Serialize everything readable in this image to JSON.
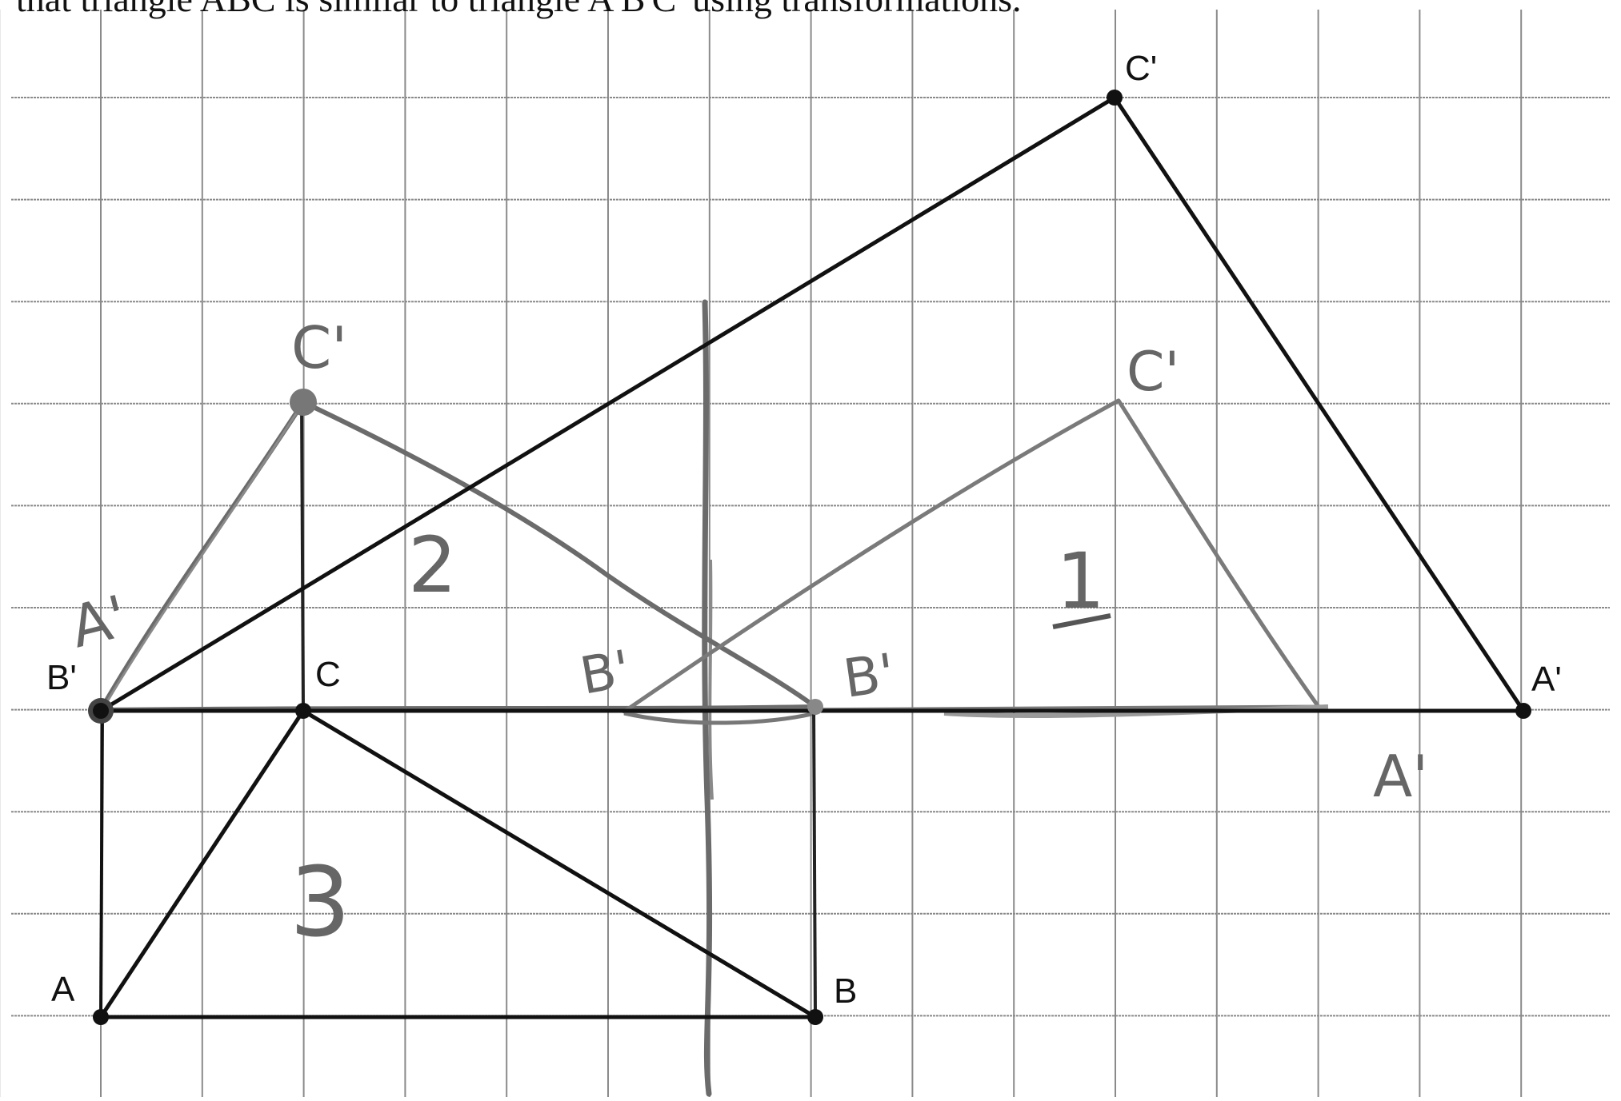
{
  "header_text": "that triangle ABC is similar to triangle A'B'C' using transformations.",
  "grid": {
    "columns": 16,
    "rows": 10
  },
  "colors": {
    "ink": "#111111",
    "pencil": "#6b6b6b",
    "grid": "#8a8a8a"
  },
  "labels": {
    "A": "A",
    "B": "B",
    "C": "C",
    "A_prime": "A'",
    "B_prime": "B'",
    "C_prime": "C'"
  },
  "handwritten": {
    "c1_left": "C'",
    "c1_right": "C'",
    "a1_left": "A'",
    "a1_bottom": "A'",
    "b1_middle": "B'",
    "b1_right": "B'",
    "step_1": "1",
    "step_2": "2",
    "step_3": "3"
  }
}
